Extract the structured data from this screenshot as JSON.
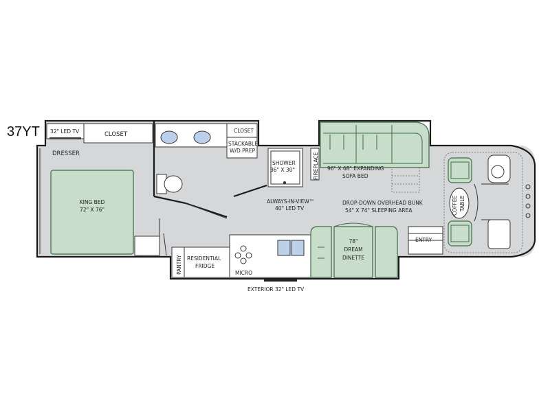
{
  "model": "37YT",
  "labels": {
    "tv_bedroom": "32\" LED TV",
    "closet_bedroom": "CLOSET",
    "closet_bath": "CLOSET",
    "stackable_1": "STACKABLE",
    "stackable_2": "W/D PREP",
    "dresser": "DRESSER",
    "king_bed_1": "KING BED",
    "king_bed_2": "72\" X 76\"",
    "shower_1": "SHOWER",
    "shower_2": "36\" X 30\"",
    "fireplace": "FIREPLACE",
    "sofa_1": "96\" X 68\" EXPANDING",
    "sofa_2": "SOFA BED",
    "tv_main_1": "ALWAYS-IN-VIEW™",
    "tv_main_2": "40\" LED TV",
    "bunk_1": "DROP-DOWN OVERHEAD BUNK",
    "bunk_2": "54\" X 74\" SLEEPING AREA",
    "coffee_1": "COFFEE",
    "coffee_2": "TABLE",
    "entry": "ENTRY",
    "pantry": "PANTRY",
    "fridge_1": "RESIDENTIAL",
    "fridge_2": "FRIDGE",
    "micro": "MICRO",
    "dinette_1": "78\"",
    "dinette_2": "DREAM",
    "dinette_3": "DINETTE",
    "exterior_tv": "EXTERIOR 32\" LED TV"
  }
}
